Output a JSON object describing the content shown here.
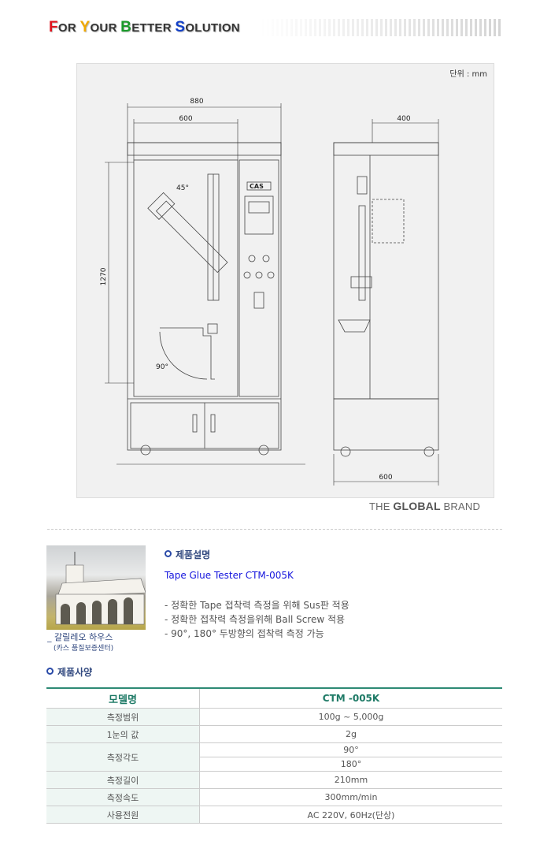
{
  "header": {
    "slogan": [
      {
        "cap": "F",
        "rest": "OR ",
        "color": "#e0141e"
      },
      {
        "cap": "Y",
        "rest": "OUR ",
        "color": "#f0a800"
      },
      {
        "cap": "B",
        "rest": "ETTER ",
        "color": "#1a9a2a"
      },
      {
        "cap": "S",
        "rest": "OLUTION",
        "color": "#1240c8"
      }
    ]
  },
  "drawing": {
    "unit": "단위 : mm",
    "width_total": "880",
    "width_inner": "600",
    "height": "1270",
    "depth_top": "400",
    "depth_bottom": "600",
    "angle_45": "45°",
    "angle_90": "90°",
    "logo": "CAS"
  },
  "brand": {
    "prefix": "THE ",
    "bold": "GLOBAL",
    "suffix": " BRAND"
  },
  "photo": {
    "caption": "갈릴레오 하우스",
    "subcaption": "(카스 품질보증센터)"
  },
  "description": {
    "heading": "제품설명",
    "title": "Tape Glue Tester CTM-005K",
    "bullets": [
      "- 정확한 Tape 접착력 측정을 위해 Sus판 적용",
      "- 정확한 접착력 측정을위해 Ball Screw 적용",
      "- 90°, 180° 두방향의 접착력 측정 가능"
    ]
  },
  "specs": {
    "heading": "제품사양",
    "header": [
      "모델명",
      "CTM -005K"
    ],
    "rows": [
      [
        "측정범위",
        "100g ~ 5,000g"
      ],
      [
        "1눈의 값",
        "2g"
      ],
      [
        "측정각도",
        "90°",
        "180°"
      ],
      [
        "측정길이",
        "210mm"
      ],
      [
        "측정속도",
        "300mm/min"
      ],
      [
        "사용전원",
        "AC 220V, 60Hz(단상)"
      ]
    ]
  }
}
